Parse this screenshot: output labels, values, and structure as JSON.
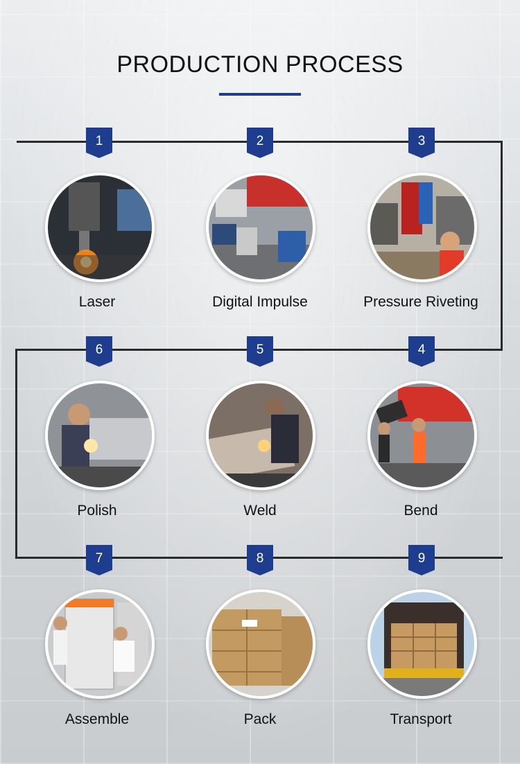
{
  "page": {
    "title": "PRODUCTION PROCESS"
  },
  "colors": {
    "accent": "#1f3d8f",
    "line": "#2a2a2a"
  },
  "steps": [
    {
      "number": "1",
      "label": "Laser"
    },
    {
      "number": "2",
      "label": "Digital Impulse"
    },
    {
      "number": "3",
      "label": "Pressure Riveting"
    },
    {
      "number": "4",
      "label": "Bend"
    },
    {
      "number": "5",
      "label": "Weld"
    },
    {
      "number": "6",
      "label": "Polish"
    },
    {
      "number": "7",
      "label": "Assemble"
    },
    {
      "number": "8",
      "label": "Pack"
    },
    {
      "number": "9",
      "label": "Transport"
    }
  ]
}
